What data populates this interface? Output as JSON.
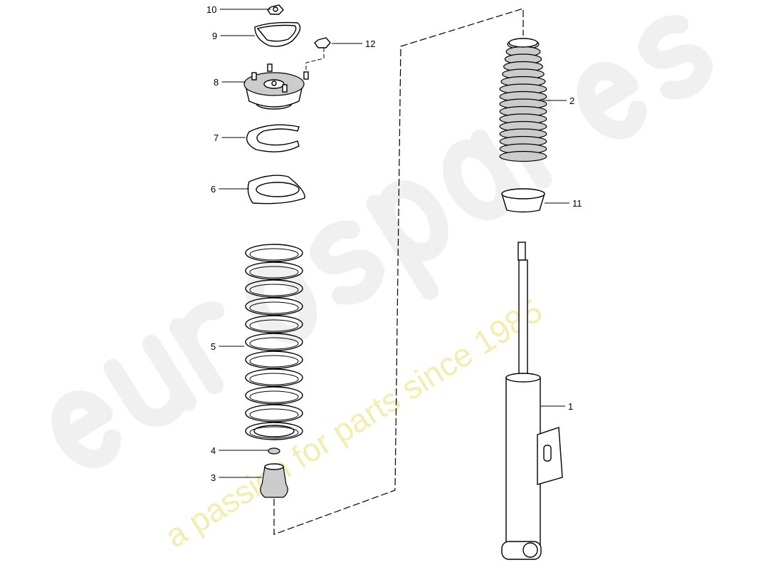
{
  "watermark": {
    "brand": "eurospares",
    "tagline": "a passion for parts since 1985",
    "tagline_color": "#e8e070"
  },
  "callouts": [
    {
      "id": "1",
      "part": "shock-absorber"
    },
    {
      "id": "2",
      "part": "protective-boot"
    },
    {
      "id": "3",
      "part": "bump-stop"
    },
    {
      "id": "4",
      "part": "washer"
    },
    {
      "id": "5",
      "part": "coil-spring"
    },
    {
      "id": "6",
      "part": "lower-spring-seat"
    },
    {
      "id": "7",
      "part": "spring-pad"
    },
    {
      "id": "8",
      "part": "strut-mount"
    },
    {
      "id": "9",
      "part": "cover-cap"
    },
    {
      "id": "10",
      "part": "top-nut"
    },
    {
      "id": "11",
      "part": "retainer-clip"
    },
    {
      "id": "12",
      "part": "mount-nut"
    }
  ]
}
